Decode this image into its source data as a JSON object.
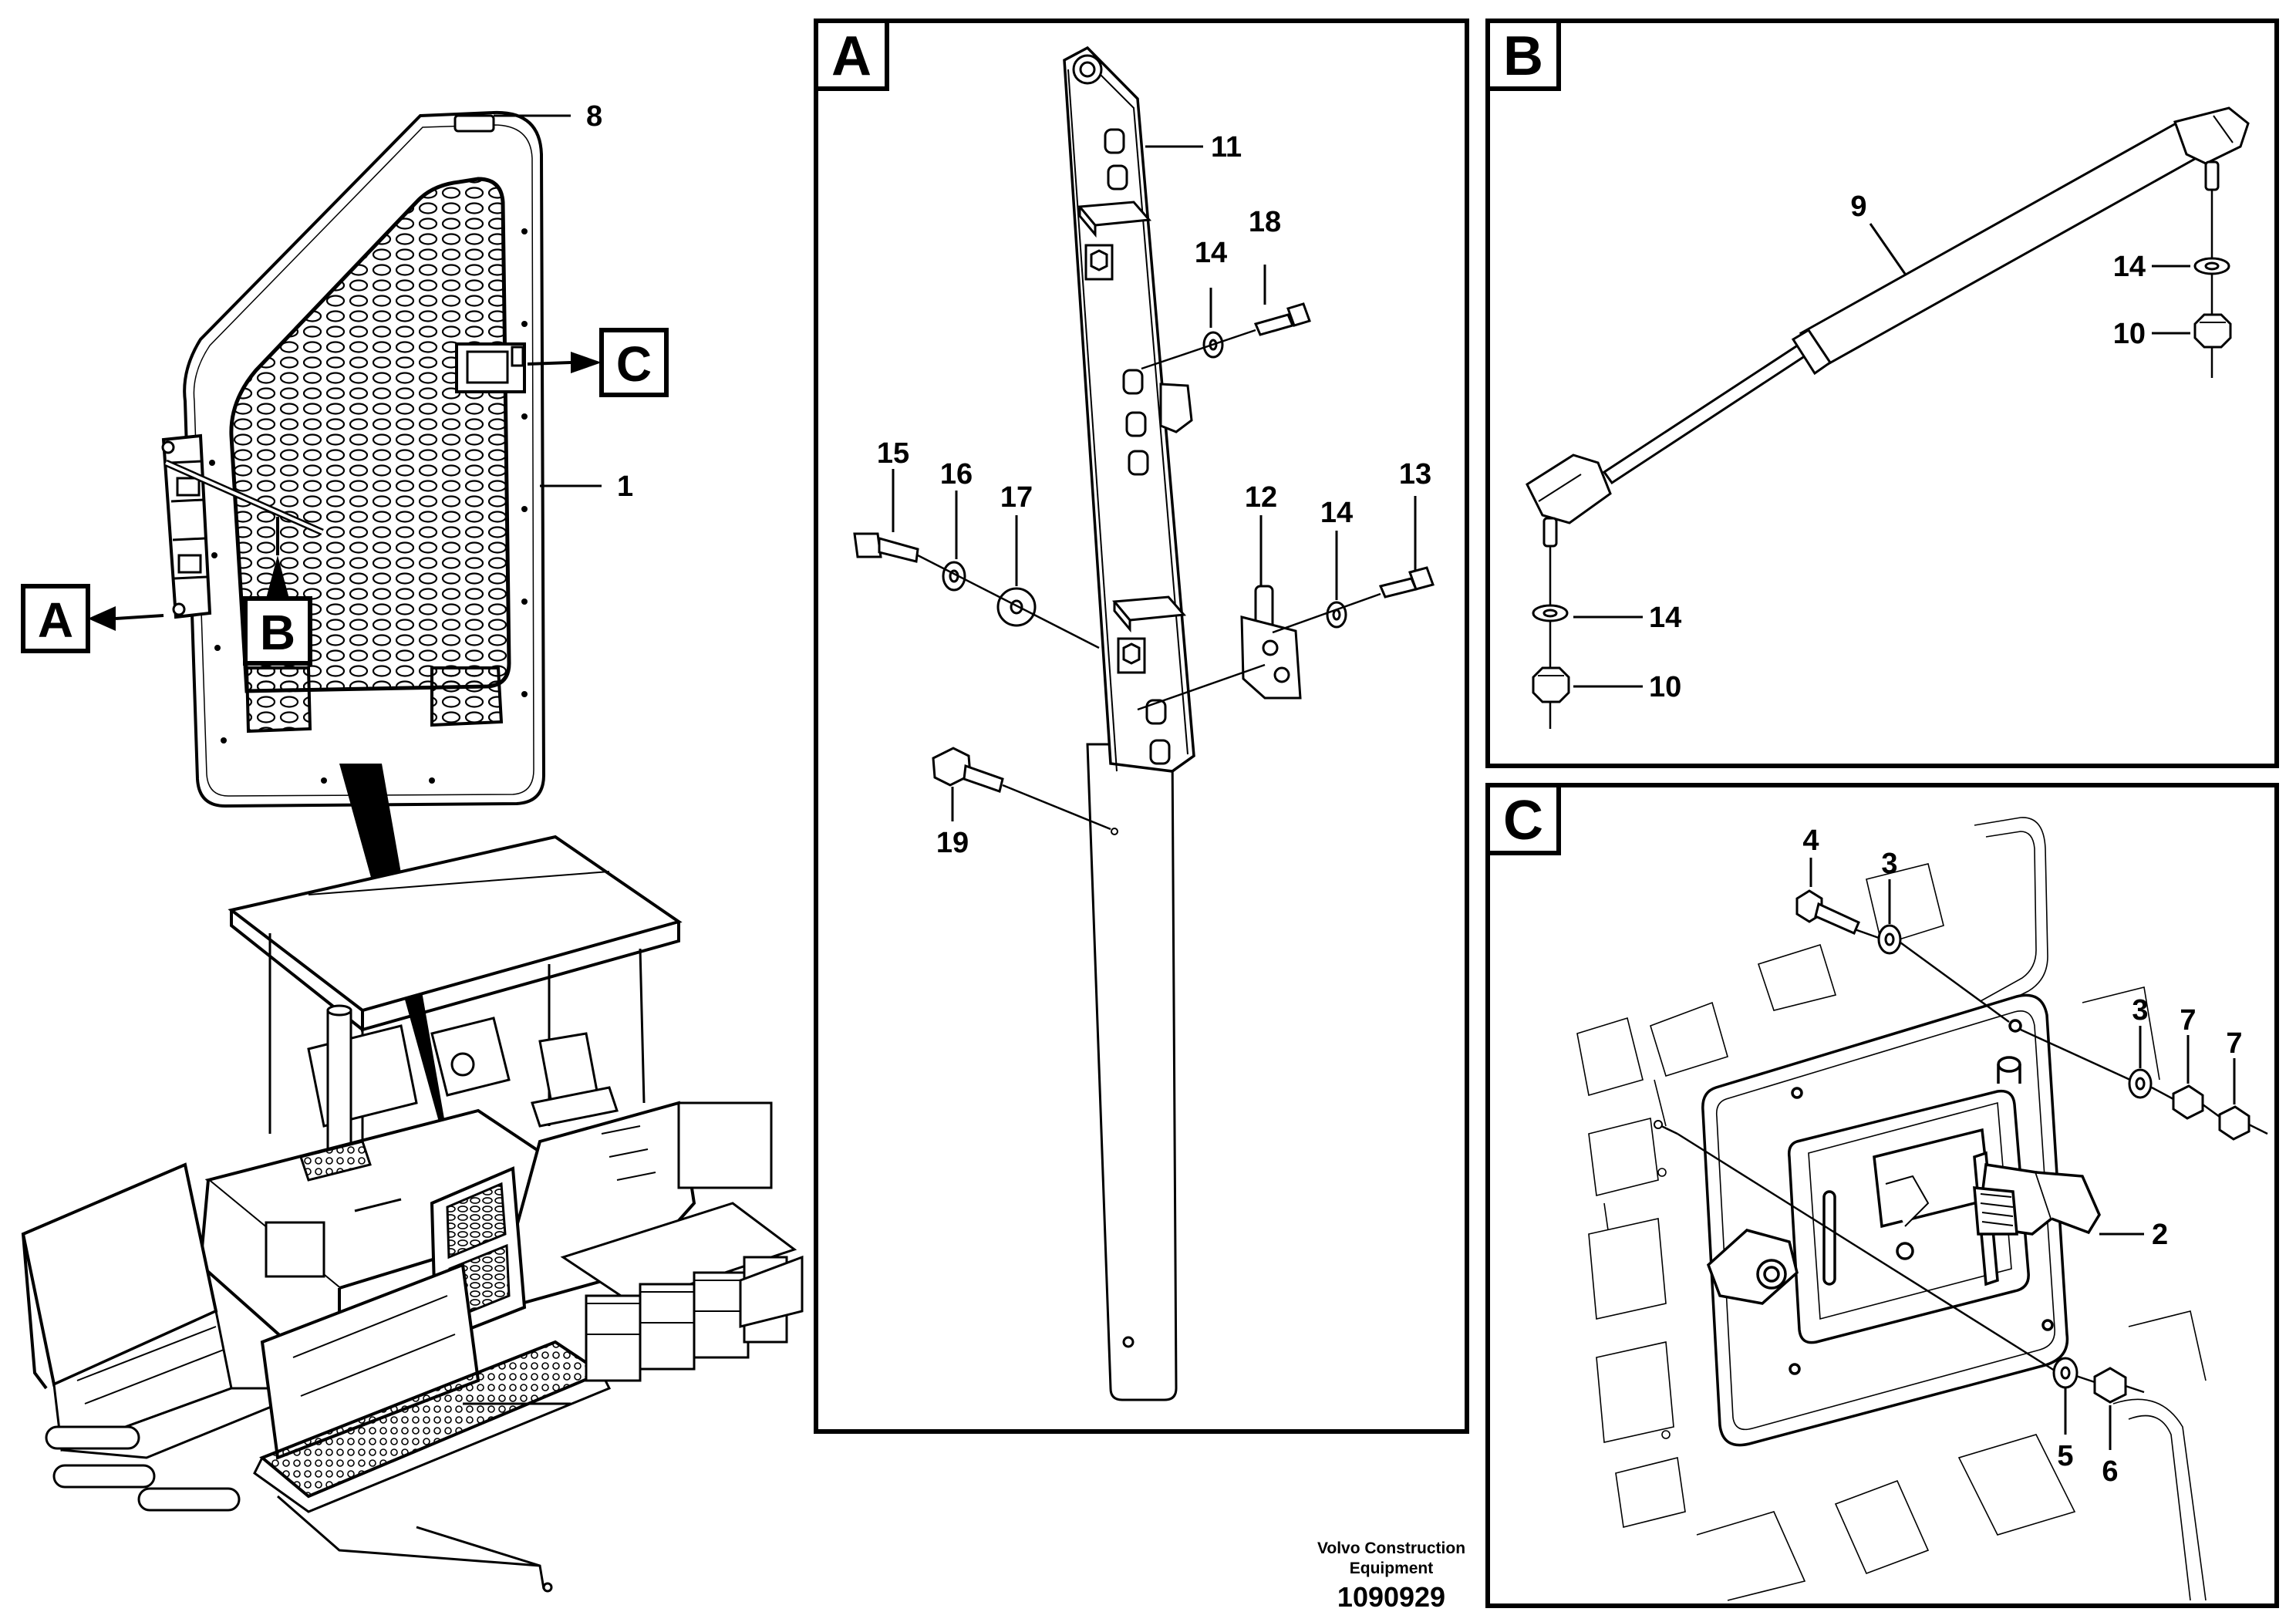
{
  "overview": {
    "callouts": [
      "8",
      "1"
    ],
    "detail_tags": [
      "A",
      "B",
      "C"
    ]
  },
  "panel_a": {
    "tag": "A",
    "callouts": [
      "11",
      "18",
      "14",
      "15",
      "16",
      "17",
      "12",
      "14",
      "13",
      "19"
    ]
  },
  "panel_b": {
    "tag": "B",
    "callouts": [
      "9",
      "14",
      "10",
      "14",
      "10"
    ]
  },
  "panel_c": {
    "tag": "C",
    "callouts": [
      "4",
      "3",
      "3",
      "7",
      "7",
      "2",
      "5",
      "6"
    ]
  },
  "footer": {
    "brand_line1": "Volvo Construction",
    "brand_line2": "Equipment",
    "doc_number": "1090929"
  }
}
